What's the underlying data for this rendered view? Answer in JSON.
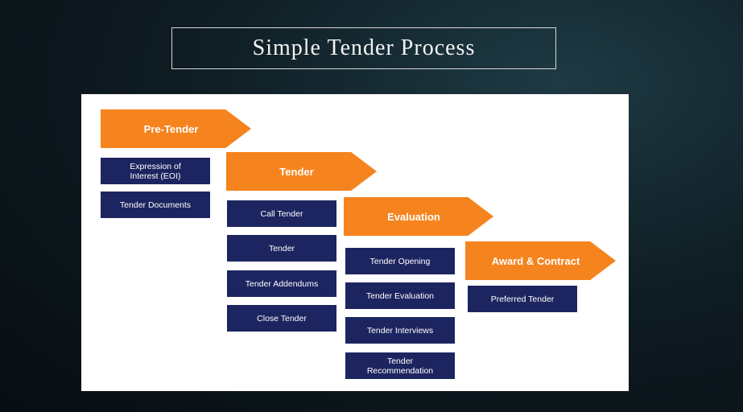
{
  "title": "Simple Tender Process",
  "stages": [
    {
      "label": "Pre-Tender",
      "color": "#f5841f",
      "items": [
        "Expression of\nInterest (EOI)",
        "Tender Documents"
      ]
    },
    {
      "label": "Tender",
      "color": "#f5841f",
      "items": [
        "Call Tender",
        "Tender",
        "Tender Addendums",
        "Close Tender"
      ]
    },
    {
      "label": "Evaluation",
      "color": "#f5841f",
      "items": [
        "Tender Opening",
        "Tender Evaluation",
        "Tender Interviews",
        "Tender\nRecommendation"
      ]
    },
    {
      "label": "Award & Contract",
      "color": "#f5841f",
      "items": [
        "Preferred Tender"
      ]
    }
  ],
  "colors": {
    "arrow": "#f5841f",
    "box": "#1d2560",
    "panel": "#ffffff"
  }
}
